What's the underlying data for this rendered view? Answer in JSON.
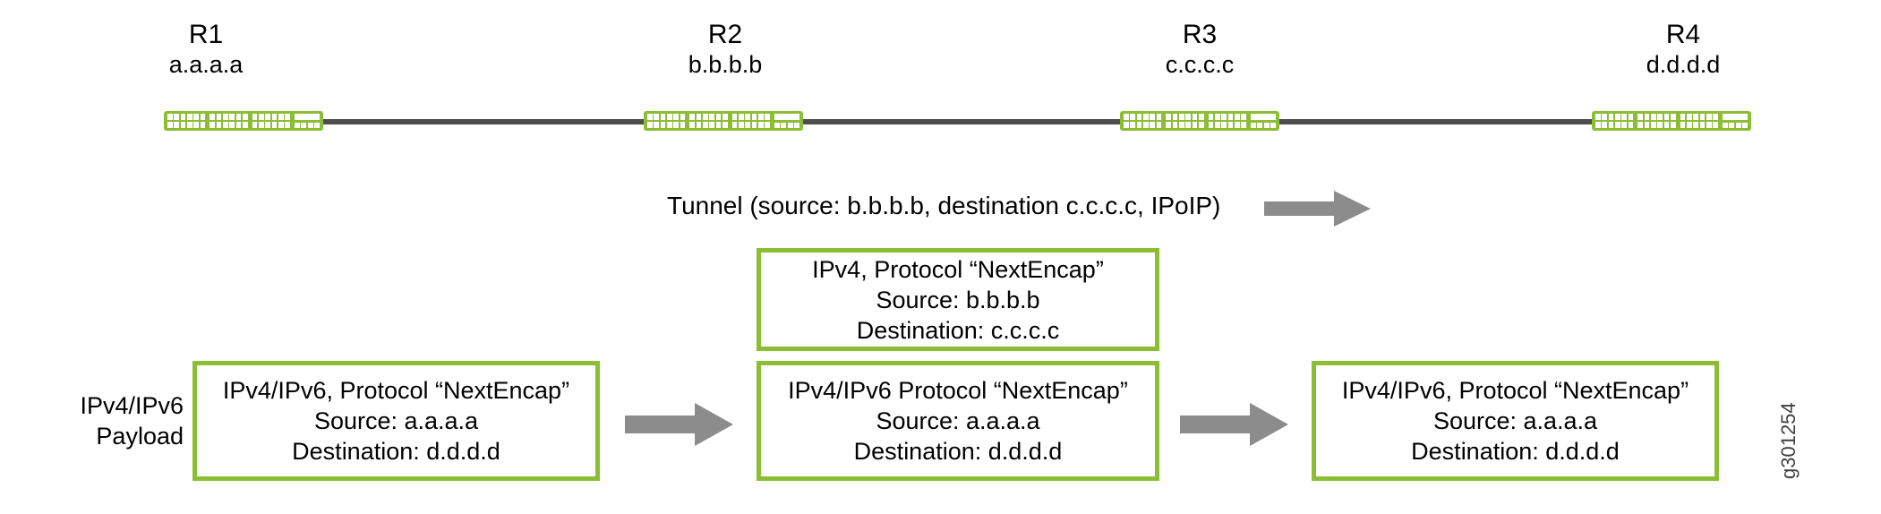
{
  "topology": {
    "nodes": [
      {
        "name": "R1",
        "address": "a.a.a.a"
      },
      {
        "name": "R2",
        "address": "b.b.b.b"
      },
      {
        "name": "R3",
        "address": "c.c.c.c"
      },
      {
        "name": "R4",
        "address": "d.d.d.d"
      }
    ]
  },
  "tunnel": {
    "label": "Tunnel  (source: b.b.b.b, destination c.c.c.c, IPoIP)"
  },
  "payload_label": {
    "line1": "IPv4/IPv6",
    "line2": "Payload"
  },
  "packets": {
    "outer_header": {
      "line1": "IPv4, Protocol “NextEncap”",
      "line2": "Source: b.b.b.b",
      "line3": "Destination: c.c.c.c"
    },
    "left": {
      "line1": "IPv4/IPv6, Protocol “NextEncap”",
      "line2": "Source: a.a.a.a",
      "line3": "Destination: d.d.d.d"
    },
    "middle": {
      "line1": "IPv4/IPv6 Protocol “NextEncap”",
      "line2": "Source: a.a.a.a",
      "line3": "Destination: d.d.d.d"
    },
    "right": {
      "line1": "IPv4/IPv6, Protocol “NextEncap”",
      "line2": "Source: a.a.a.a",
      "line3": "Destination: d.d.d.d"
    }
  },
  "watermark": {
    "id": "g301254"
  },
  "colors": {
    "device_green": "#8cbe35",
    "link_gray": "#4d4d4d",
    "arrow_gray": "#8c8c8c",
    "text_black": "#000000"
  }
}
